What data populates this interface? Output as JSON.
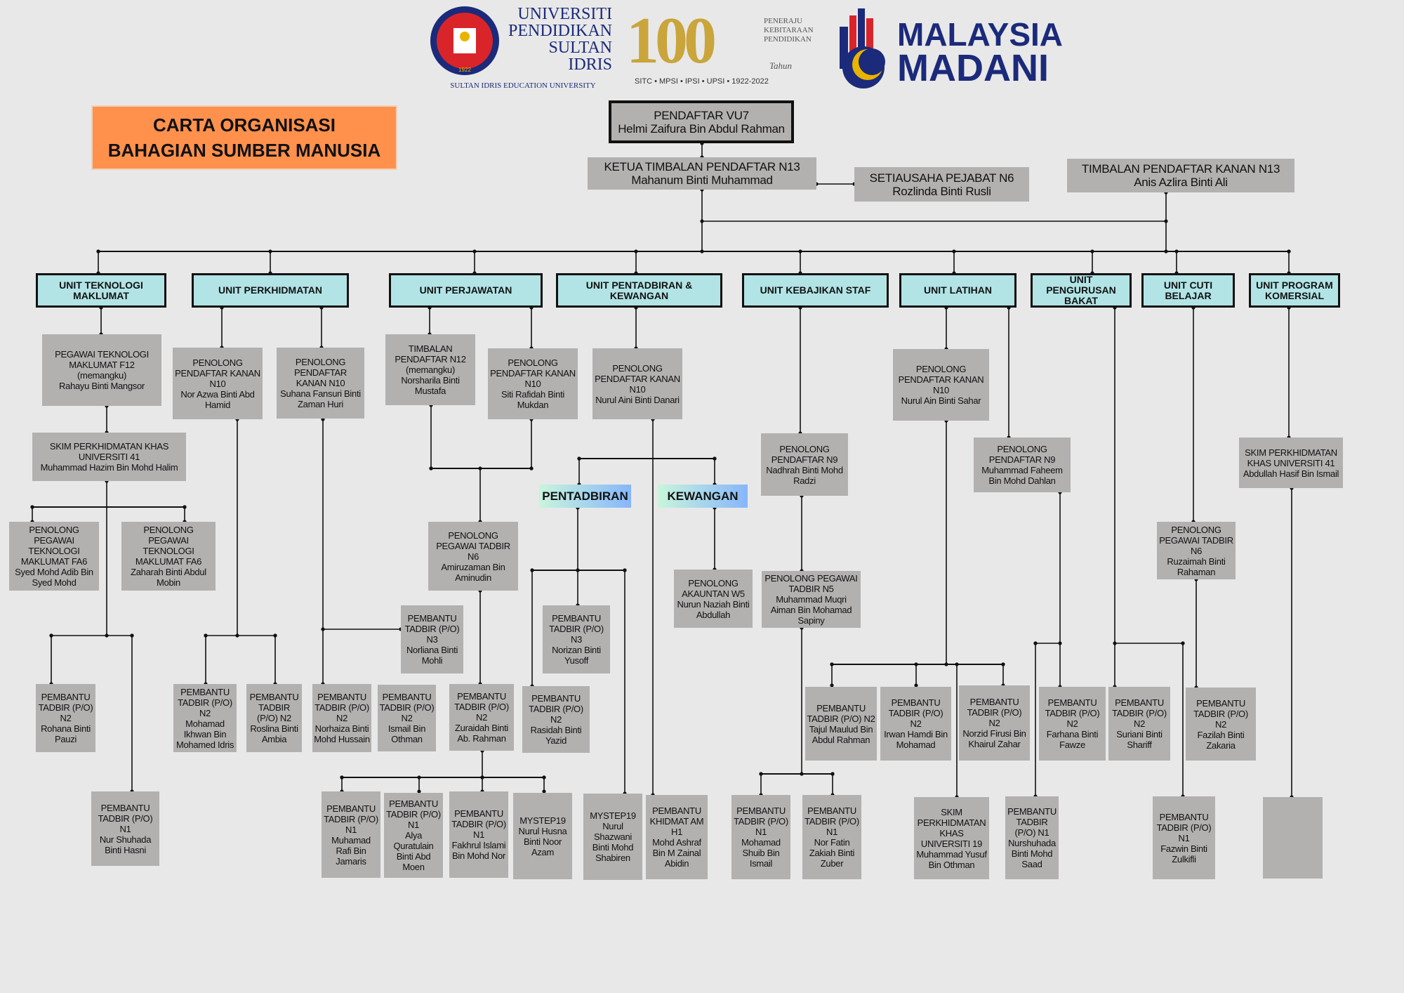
{
  "title": {
    "line1": "CARTA ORGANISASI",
    "line2": "BAHAGIAN SUMBER MANUSIA"
  },
  "logos": {
    "upsi_name": [
      "UNIVERSITI",
      "PENDIDIKAN",
      "SULTAN IDRIS"
    ],
    "upsi_english": "SULTAN IDRIS EDUCATION UNIVERSITY",
    "centenary": "100",
    "centenary_tagline": [
      "PENERAJU",
      "KEBITARAAN",
      "PENDIDIKAN"
    ],
    "centenary_word": "Tahun",
    "centenary_footer": "SITC • MPSI • IPSI • UPSI • 1922-2022",
    "madani": [
      "MALAYSIA",
      "MADANI"
    ]
  },
  "colors": {
    "unit": "#b2e4e6",
    "box": "#b3b0b0",
    "title": "#ff914d",
    "madani": "#1b2a7a"
  },
  "leaders": [
    {
      "title": "PENDAFTAR VU7",
      "name": "Helmi Zaifura Bin Abdul Rahman"
    },
    {
      "title": "KETUA TIMBALAN PENDAFTAR N13",
      "name": "Mahanum Binti Muhammad"
    },
    {
      "title": "SETIAUSAHA PEJABAT N6",
      "name": "Rozlinda Binti Rusli"
    },
    {
      "title": "TIMBALAN PENDAFTAR KANAN N13",
      "name": "Anis Azlira Binti Ali"
    }
  ],
  "units": [
    "UNIT TEKNOLOGI MAKLUMAT",
    "UNIT PERKHIDMATAN",
    "UNIT PERJAWATAN",
    "UNIT PENTADBIRAN & KEWANGAN",
    "UNIT KEBAJIKAN STAF",
    "UNIT LATIHAN",
    "UNIT PENGURUSAN BAKAT",
    "UNIT CUTI BELAJAR",
    "UNIT PROGRAM KOMERSIAL"
  ],
  "sections": [
    "PENTADBIRAN",
    "KEWANGAN"
  ],
  "staff": [
    {
      "title": "PEGAWAI TEKNOLOGI MAKLUMAT F12 (memangku)",
      "name": "Rahayu Binti Mangsor"
    },
    {
      "title": "PENOLONG PENDAFTAR KANAN N10",
      "name": "Nor Azwa Binti Abd Hamid"
    },
    {
      "title": "PENOLONG PENDAFTAR KANAN N10",
      "name": "Suhana Fansuri Binti Zaman Huri"
    },
    {
      "title": "TIMBALAN PENDAFTAR N12 (memangku)",
      "name": "Norsharila Binti Mustafa"
    },
    {
      "title": "PENOLONG PENDAFTAR KANAN N10",
      "name": "Siti Rafidah Binti Mukdan"
    },
    {
      "title": "PENOLONG PENDAFTAR KANAN N10",
      "name": "Nurul Aini Binti Danari"
    },
    {
      "title": "PENOLONG PENDAFTAR KANAN N10",
      "name": "Nurul Ain Binti Sahar"
    },
    {
      "title": "PENOLONG PENDAFTAR N9",
      "name": "Nadhrah Binti Mohd Radzi"
    },
    {
      "title": "PENOLONG PENDAFTAR N9",
      "name": "Muhammad Faheem Bin Mohd Dahlan"
    },
    {
      "title": "SKIM PERKHIDMATAN KHAS UNIVERSITI 41",
      "name": "Abdullah Hasif Bin Ismail"
    },
    {
      "title": "SKIM PERKHIDMATAN KHAS UNIVERSITI 41",
      "name": "Muhammad Hazim Bin Mohd Halim"
    },
    {
      "title": "PENOLONG PEGAWAI TEKNOLOGI MAKLUMAT FA6",
      "name": "Syed Mohd Adib Bin Syed Mohd"
    },
    {
      "title": "PENOLONG PEGAWAI TEKNOLOGI MAKLUMAT FA6",
      "name": "Zaharah Binti Abdul Mobin"
    },
    {
      "title": "PENOLONG PEGAWAI TADBIR N6",
      "name": "Amiruzaman Bin Aminudin"
    },
    {
      "title": "PENOLONG AKAUNTAN W5",
      "name": "Nurun Naziah Binti Abdullah"
    },
    {
      "title": "PENOLONG PEGAWAI TADBIR N5",
      "name": "Muhammad Muqri Aiman Bin Mohamad Sapiny"
    },
    {
      "title": "PENOLONG PEGAWAI TADBIR N6",
      "name": "Ruzaimah Binti Rahaman"
    },
    {
      "title": "PEMBANTU TADBIR (P/O) N3",
      "name": "Norliana Binti Mohli"
    },
    {
      "title": "PEMBANTU TADBIR (P/O) N3",
      "name": "Norizan Binti Yusoff"
    },
    {
      "title": "PEMBANTU TADBIR (P/O) N2",
      "name": "Rohana Binti Pauzi"
    },
    {
      "title": "PEMBANTU TADBIR (P/O) N2",
      "name": "Mohamad Ikhwan Bin Mohamed Idris"
    },
    {
      "title": "PEMBANTU TADBIR (P/O) N2",
      "name": "Roslina Binti Ambia"
    },
    {
      "title": "PEMBANTU TADBIR (P/O) N2",
      "name": "Norhaiza Binti Mohd Hussain"
    },
    {
      "title": "PEMBANTU TADBIR (P/O) N2",
      "name": "Ismail Bin Othman"
    },
    {
      "title": "PEMBANTU TADBIR (P/O) N2",
      "name": "Zuraidah Binti Ab. Rahman"
    },
    {
      "title": "PEMBANTU TADBIR (P/O) N2",
      "name": "Rasidah Binti Yazid"
    },
    {
      "title": "PEMBANTU TADBIR (P/O) N2",
      "name": "Tajul Maulud Bin Abdul Rahman"
    },
    {
      "title": "PEMBANTU TADBIR (P/O) N2",
      "name": "Irwan Hamdi Bin Mohamad"
    },
    {
      "title": "PEMBANTU TADBIR (P/O) N2",
      "name": "Norzid Firusi Bin Khairul Zahar"
    },
    {
      "title": "PEMBANTU TADBIR (P/O) N2",
      "name": "Farhana Binti Fawze"
    },
    {
      "title": "PEMBANTU TADBIR (P/O) N2",
      "name": "Suriani Binti Shariff"
    },
    {
      "title": "PEMBANTU TADBIR (P/O) N2",
      "name": "Fazilah Binti Zakaria"
    },
    {
      "title": "PEMBANTU TADBIR (P/O) N1",
      "name": "Nur Shuhada Binti Hasni"
    },
    {
      "title": "PEMBANTU TADBIR (P/O) N1",
      "name": "Muhamad Rafi Bin Jamaris"
    },
    {
      "title": "PEMBANTU TADBIR (P/O) N1",
      "name": "Alya Quratulain Binti Abd Moen"
    },
    {
      "title": "PEMBANTU TADBIR (P/O) N1",
      "name": "Fakhrul Islami Bin Mohd Nor"
    },
    {
      "title": "MYSTEP19",
      "name": "Nurul Husna Binti Noor Azam"
    },
    {
      "title": "MYSTEP19",
      "name": "Nurul Shazwani Binti Mohd Shabiren"
    },
    {
      "title": "PEMBANTU KHIDMAT AM H1",
      "name": "Mohd Ashraf Bin M Zainal Abidin"
    },
    {
      "title": "PEMBANTU TADBIR (P/O) N1",
      "name": "Mohamad Shuib Bin Ismail"
    },
    {
      "title": "PEMBANTU TADBIR (P/O) N1",
      "name": "Nor Fatin Zakiah Binti Zuber"
    },
    {
      "title": "SKIM PERKHIDMATAN KHAS UNIVERSITI 19",
      "name": "Muhammad Yusuf Bin Othman"
    },
    {
      "title": "PEMBANTU TADBIR (P/O) N1",
      "name": "Nurshuhada Binti Mohd Saad"
    },
    {
      "title": "PEMBANTU TADBIR (P/O) N1",
      "name": "Fazwin Binti Zulkifli"
    },
    {
      "title": "",
      "name": ""
    }
  ]
}
